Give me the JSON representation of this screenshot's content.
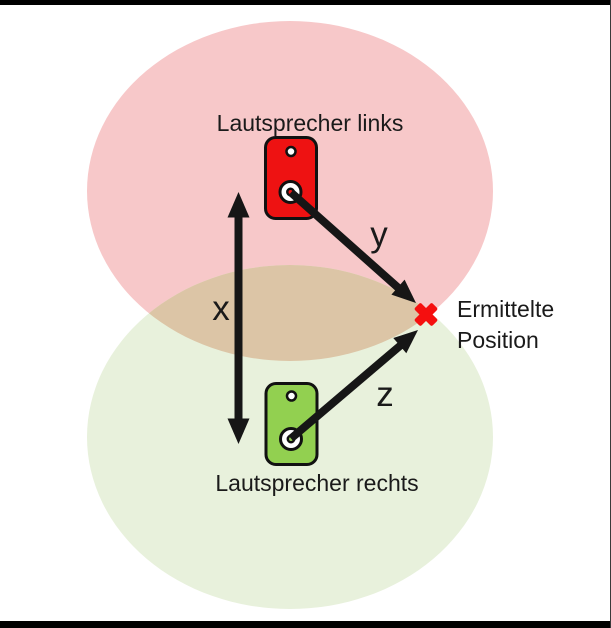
{
  "diagram": {
    "speaker_left": {
      "label": "Lautsprecher links"
    },
    "speaker_right": {
      "label": "Lautsprecher rechts"
    },
    "distances": {
      "x": "x",
      "y": "y",
      "z": "z"
    },
    "result_position": {
      "line1": "Ermittelte",
      "line2": "Position"
    }
  },
  "icons": {
    "speaker_left_icon": "red-speaker-front",
    "speaker_right_icon": "green-speaker-front",
    "position_marker_icon": "red-cross-x",
    "distance_arrow_x_icon": "double-headed-arrow",
    "distance_arrow_y_icon": "single-headed-arrow",
    "distance_arrow_z_icon": "single-headed-arrow"
  },
  "colors": {
    "left_range_fill": "#f7c8c9",
    "right_range_fill": "#e8f1dc",
    "overlap_fill": "#dcc5a6",
    "speaker_left_fill": "#ee1212",
    "speaker_right_fill": "#92d050",
    "marker_red": "#f50f0f",
    "arrow": "#161616",
    "frame": "#000000"
  }
}
